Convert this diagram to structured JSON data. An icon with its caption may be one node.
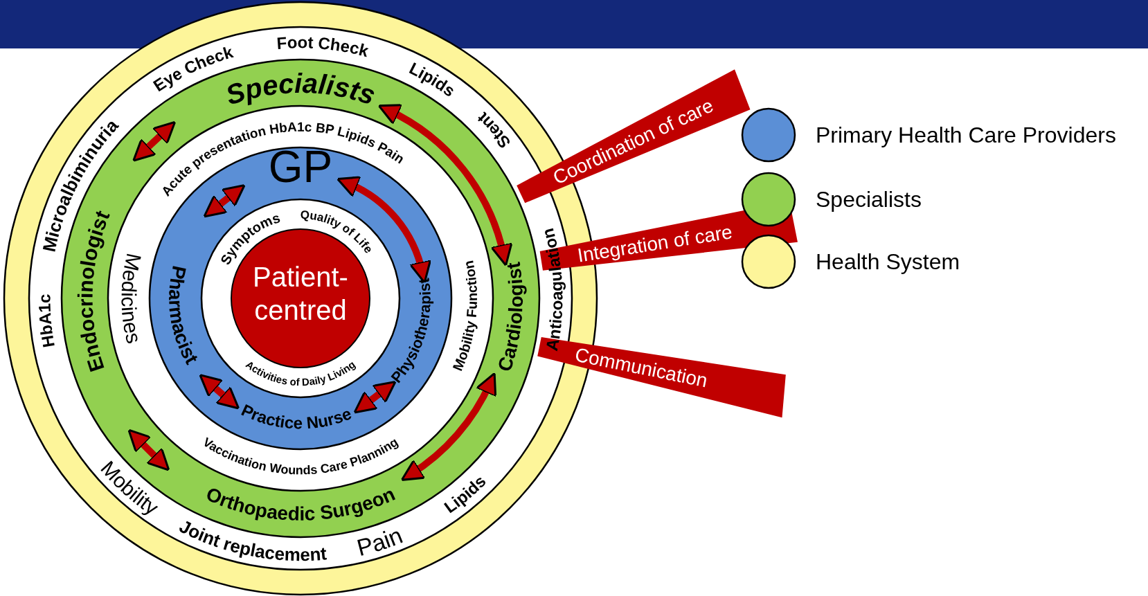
{
  "diagram": {
    "nodes": [
      {
        "text": [
          "Specialists"
        ]
      },
      {
        "text": [
          "Endocrinologist"
        ]
      },
      {
        "text": [
          "Cardiologist"
        ]
      },
      {
        "text": [
          "Orthopaedic Surgeon"
        ]
      },
      {
        "text": [
          "GP"
        ]
      },
      {
        "text": [
          "Pharmacist"
        ]
      },
      {
        "text": [
          "Practice Nurse"
        ]
      },
      {
        "text": [
          "Physiotherapist"
        ]
      },
      {
        "text": [
          "Patient-centred"
        ]
      },
      {
        "text": [
          "Coordination of care"
        ]
      },
      {
        "text": [
          "Integration of care"
        ]
      },
      {
        "text": [
          "Communication"
        ]
      }
    ],
    "edges": [
      {
        "from": 1,
        "to": 0,
        "arrow": "both"
      },
      {
        "from": 0,
        "to": 2,
        "arrow": "both"
      },
      {
        "from": 1,
        "to": 3,
        "arrow": "both"
      },
      {
        "from": 3,
        "to": 2,
        "arrow": "both"
      },
      {
        "from": 5,
        "to": 4,
        "arrow": "both"
      },
      {
        "from": 4,
        "to": 7,
        "arrow": "both"
      },
      {
        "from": 5,
        "to": 6,
        "arrow": "both"
      },
      {
        "from": 6,
        "to": 7,
        "arrow": "both"
      }
    ],
    "labels": [
      "Eye Check",
      "Foot Check",
      "Lipids",
      "Stent",
      "Microalbiminuria",
      "HbA1c",
      "Anticoagulation",
      "Lipids",
      "Pain",
      "Joint replacement",
      "Mobility",
      "Acute presentation HbA1c BP Lipids Pain",
      "Medicines",
      "Mobility Function",
      "Vaccination Wounds Care Planning",
      "Symptoms",
      "Quality of Life",
      "Activities of Daily Living"
    ],
    "legend": [
      {
        "text": "Primary Health Care Providers",
        "color": "#5b8fd6"
      },
      {
        "text": "Specialists",
        "color": "#92d050"
      },
      {
        "text": "Health System",
        "color": "#fdf59a"
      }
    ]
  }
}
